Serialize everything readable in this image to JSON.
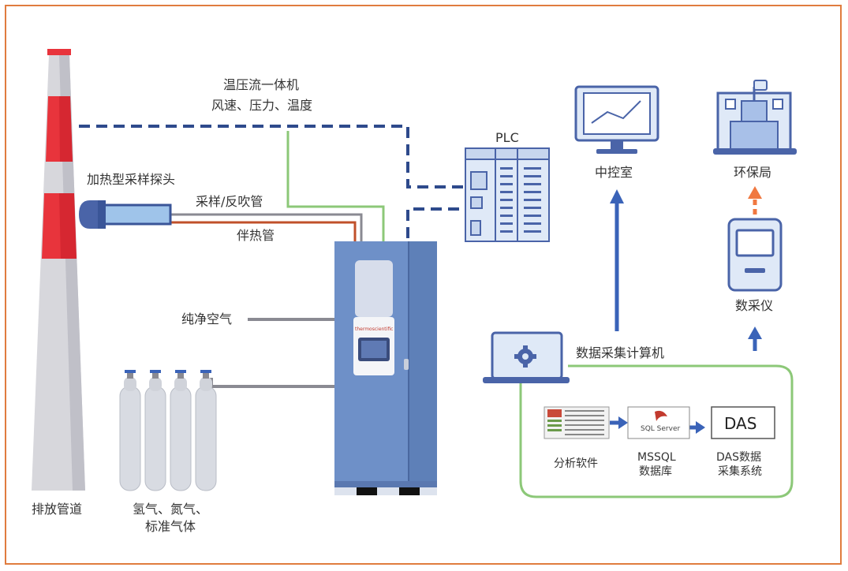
{
  "labels": {
    "chimney": "排放管道",
    "gas_cylinders_line1": "氢气、氮气、",
    "gas_cylinders_line2": "标准气体",
    "probe": "加热型采样探头",
    "sample_tube": "采样/反吹管",
    "heat_tube": "伴热管",
    "clean_air": "纯净空气",
    "flow_meter_line1": "温压流一体机",
    "flow_meter_line2": "风速、压力、温度",
    "plc": "PLC",
    "control_room": "中控室",
    "epb": "环保局",
    "data_collector": "数采仪",
    "daq_computer": "数据采集计算机",
    "analysis_software": "分析软件",
    "mssql_line1": "MSSQL",
    "mssql_line2": "数据库",
    "das_line1": "DAS数据",
    "das_line2": "采集系统",
    "das_box": "DAS",
    "sqlserver_logo": "SQL Server",
    "analyzer_brand": "thermoscientific"
  },
  "colors": {
    "chimney_red": "#e8343c",
    "chimney_grey": "#d0d0d6",
    "dashed_line": "#2e4a8c",
    "green_line": "#8cc878",
    "arrow_blue": "#3a63b8",
    "arrow_orange": "#f07840",
    "cabinet": "#6e90c8",
    "device_fill": "#dfe9f7",
    "device_stroke": "#4a64a8",
    "frame": "#e07c3e"
  }
}
